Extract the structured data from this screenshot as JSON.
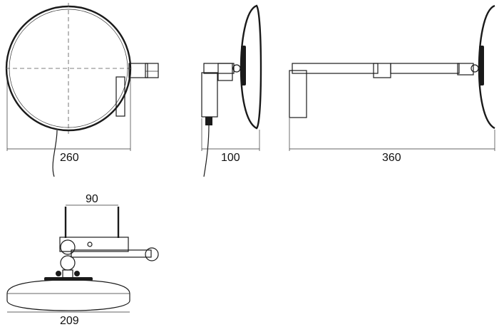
{
  "dimensions": {
    "front_width": "260",
    "side_depth": "100",
    "extended_length": "360",
    "mount_spacing": "90",
    "top_diameter": "209"
  }
}
